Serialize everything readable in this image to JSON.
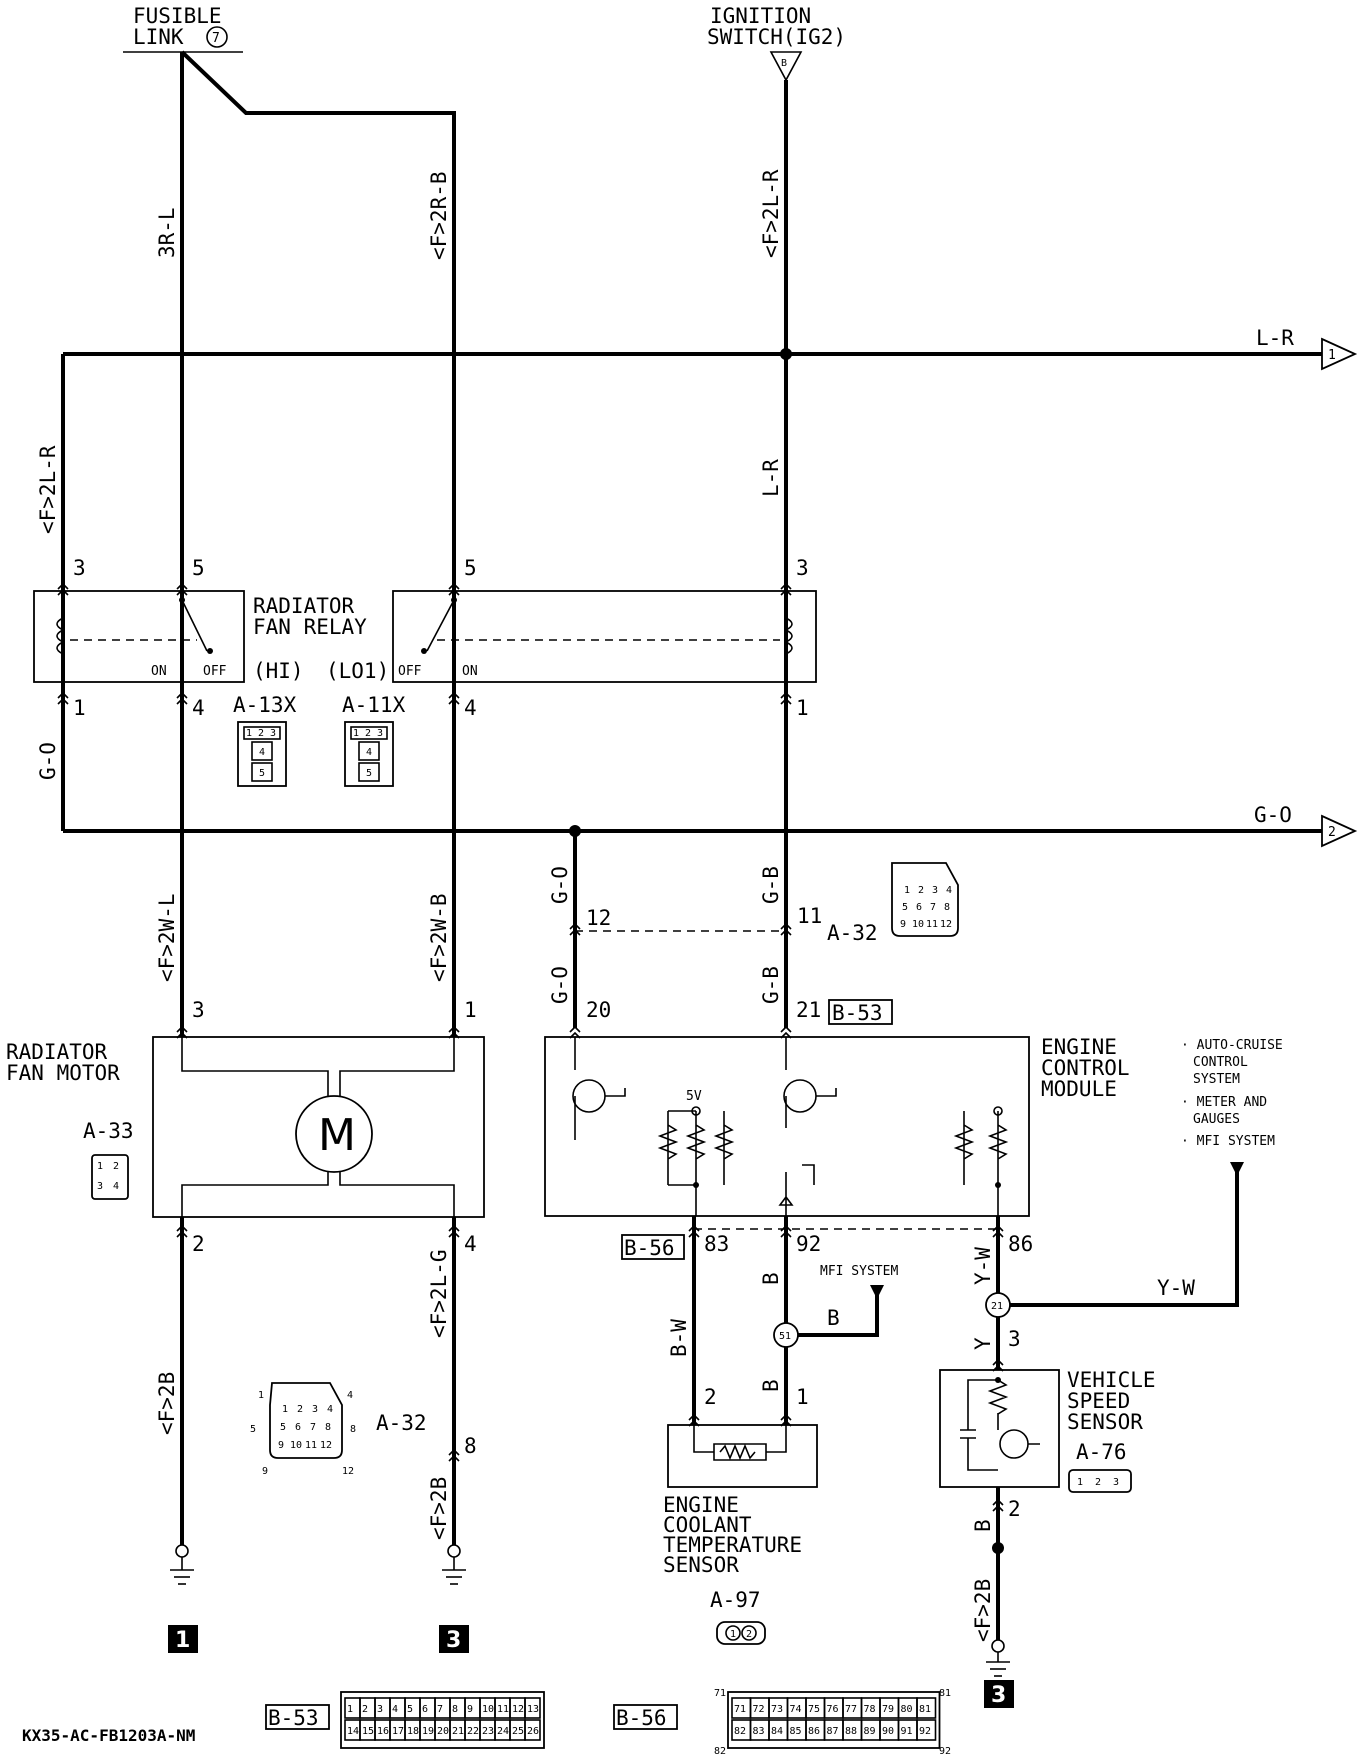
{
  "title": "",
  "footer_code": "KX35-AC-FB1203A-NM",
  "sources": {
    "fusible_link": [
      "FUSIBLE",
      "LINK"
    ],
    "fusible_link_number": "7",
    "ignition_switch": [
      "IGNITION",
      "SWITCH(IG2)"
    ],
    "ignition_connector": "B"
  },
  "wire_codes": {
    "fusible_left": "3R-L",
    "fusible_right": "<F>2R-B",
    "ignition": "<F>2L-R",
    "bus_top": "L-R",
    "left_vertical_top": "<F>2L-R",
    "right_vertical_top": "L-R",
    "left_vertical_low": "G-O",
    "bus_mid": "G-O",
    "motor_feed_left": "<F>2W-L",
    "motor_feed_right": "<F>2W-B",
    "ecm_feed_left_a": "G-O",
    "ecm_feed_left_b": "G-O",
    "ecm_feed_right_a": "G-B",
    "ecm_feed_right_b": "G-B",
    "motor_ground_left": "<F>2B",
    "motor_ground_right_a": "<F>2L-G",
    "motor_ground_right_b": "<F>2B",
    "sensor_83": "B-W",
    "sensor_92_a": "B",
    "sensor_92_b": "B",
    "mfi_branch": "B",
    "vss_86": "Y-W",
    "vss_branch": "Y-W",
    "vss_3": "Y",
    "vss_ground_a": "B",
    "vss_ground_b": "<F>2B"
  },
  "arrows": {
    "bus_top_to": "1",
    "bus_mid_to": "2"
  },
  "relay": {
    "label": [
      "RADIATOR",
      "FAN RELAY"
    ],
    "hi_tag": "(HI)",
    "lo_tag": "(LO1)",
    "on": "ON",
    "off": "OFF",
    "hi_connector": "A-13X",
    "lo_connector": "A-11X",
    "pins": {
      "hi_coil_top": "3",
      "hi_switch_top": "5",
      "lo_switch_top": "5",
      "lo_coil_top": "3",
      "hi_coil_bottom": "1",
      "hi_switch_bottom": "4",
      "lo_switch_bottom": "4",
      "lo_coil_bottom": "1"
    },
    "connector_pins": [
      "1",
      "2",
      "3",
      "4",
      "5"
    ]
  },
  "joint_connector": {
    "id": "A-32",
    "pins_left": "12",
    "pins_right": "11",
    "face": [
      "1",
      "2",
      "3",
      "4",
      "5",
      "6",
      "7",
      "8",
      "9",
      "10",
      "11",
      "12"
    ],
    "lower_id": "A-32",
    "lower_pin": "8",
    "corner_labels": [
      "1",
      "4",
      "5",
      "8",
      "9",
      "12"
    ]
  },
  "fan_motor": {
    "label": [
      "RADIATOR",
      "FAN MOTOR"
    ],
    "symbol": "M",
    "connector": "A-33",
    "connector_pins": [
      "1",
      "2",
      "3",
      "4"
    ],
    "pins": {
      "top_left": "3",
      "top_right": "1",
      "bottom_left": "2",
      "bottom_right": "4"
    }
  },
  "ecm": {
    "label": [
      "ENGINE",
      "CONTROL",
      "MODULE"
    ],
    "voltage": "5V",
    "pins": {
      "top_left": "20",
      "top_right": "21",
      "bottom_a": "83",
      "bottom_b": "92",
      "bottom_c": "86"
    },
    "connector_top": "B-53",
    "connector_bottom": "B-56"
  },
  "side_notes": [
    "· AUTO-CRUISE",
    "CONTROL",
    "SYSTEM",
    "· METER AND",
    "GAUGES",
    "· MFI SYSTEM"
  ],
  "mfi_label": "MFI SYSTEM",
  "splices": {
    "left": "51",
    "right": "21"
  },
  "coolant_sensor": {
    "label": [
      "ENGINE",
      "COOLANT",
      "TEMPERATURE",
      "SENSOR"
    ],
    "connector": "A-97",
    "connector_pins": [
      "1",
      "2"
    ],
    "pins": {
      "left": "2",
      "right": "1"
    }
  },
  "vss": {
    "label": [
      "VEHICLE",
      "SPEED",
      "SENSOR"
    ],
    "connector": "A-76",
    "connector_pins": [
      "1",
      "2",
      "3"
    ],
    "pins": {
      "top": "3",
      "bottom": "2"
    }
  },
  "ground_numbers": {
    "left": "1",
    "middle": "3",
    "right": "3"
  },
  "bottom_connectors": {
    "b53": {
      "id": "B-53",
      "row1": [
        "1",
        "2",
        "3",
        "4",
        "5",
        "6",
        "7",
        "8",
        "9",
        "10",
        "11",
        "12",
        "13"
      ],
      "row2": [
        "14",
        "15",
        "16",
        "17",
        "18",
        "19",
        "20",
        "21",
        "22",
        "23",
        "24",
        "25",
        "26"
      ]
    },
    "b56": {
      "id": "B-56",
      "corner_labels": [
        "71",
        "81",
        "82",
        "92"
      ],
      "row1": [
        "71",
        "72",
        "73",
        "74",
        "75",
        "76",
        "77",
        "78",
        "79",
        "80",
        "81"
      ],
      "row2": [
        "82",
        "83",
        "84",
        "85",
        "86",
        "87",
        "88",
        "89",
        "90",
        "91",
        "92"
      ]
    }
  }
}
